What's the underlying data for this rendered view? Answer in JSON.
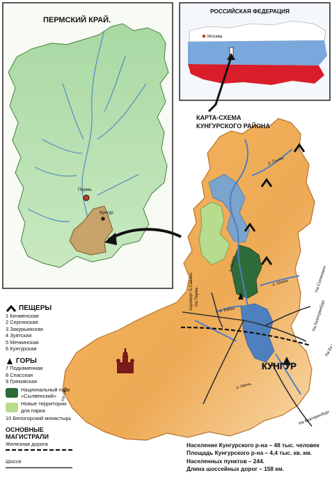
{
  "perm_map": {
    "title": "ПЕРМСКИЙ КРАЙ.",
    "cities": [
      "Пермь",
      "Кунгур"
    ]
  },
  "russia_map": {
    "title": "РОССИЙСКАЯ ФЕДЕРАЦИЯ",
    "city": "Москва"
  },
  "district_map": {
    "title_line1": "КАРТА-СХЕМА",
    "title_line2": "КУНГУРСКОГО РАЙОНА",
    "city": "КУНГУР",
    "roads": {
      "airport": "Аэропорт Б.Савино",
      "to_perm": "На Пермь",
      "to_solikamsk": "На Соликамск",
      "to_ekb_1": "На Екатеринбург",
      "to_ekb_2": "На Екатеринбург",
      "to_ekb_3": "На Екатеринбург",
      "to_osu": "На Осу"
    },
    "rivers": [
      "р. Сылва",
      "р. Шаква",
      "р. Шаква",
      "р. Бабка",
      "р. Ирень"
    ]
  },
  "legend": {
    "caves_title": "ПЕЩЕРЫ",
    "caves": [
      "1 Кичменская",
      "2 Сергинская",
      "3 Закурьинская",
      "4 Зуятская",
      "5 Мечкинская",
      "6 Кунгурская"
    ],
    "mountains_title": "ГОРЫ",
    "mountains": [
      "7 Подкаменная",
      "8 Спасская",
      "9 Грековская"
    ],
    "national_park": "Национальный парк «Сылвенский»",
    "new_territories": "Новые территории для парка",
    "monastery": "10 Белогорский монастырь",
    "highways_title": "ОСНОВНЫЕ МАГИСТРАЛИ",
    "railway": "Железная дорога",
    "highway": "Шоссе"
  },
  "stats": [
    "Население Кунгурского р-на – 48 тыс. человек",
    "Площадь Кунгурского р-на – 4,4 тыс. кв. км.",
    "Населенных пунктов – 244.",
    "Длина шоссейных дорог – 158 км."
  ],
  "colors": {
    "region_green": "#9fd49a",
    "district_orange": "#eeaa55",
    "park_dark_green": "#2e6b3a",
    "new_territory_green": "#b6dc8e",
    "river_blue": "#5d8fc9",
    "russia_blue": "#7aa8dd",
    "russia_red": "#d81e2a"
  }
}
